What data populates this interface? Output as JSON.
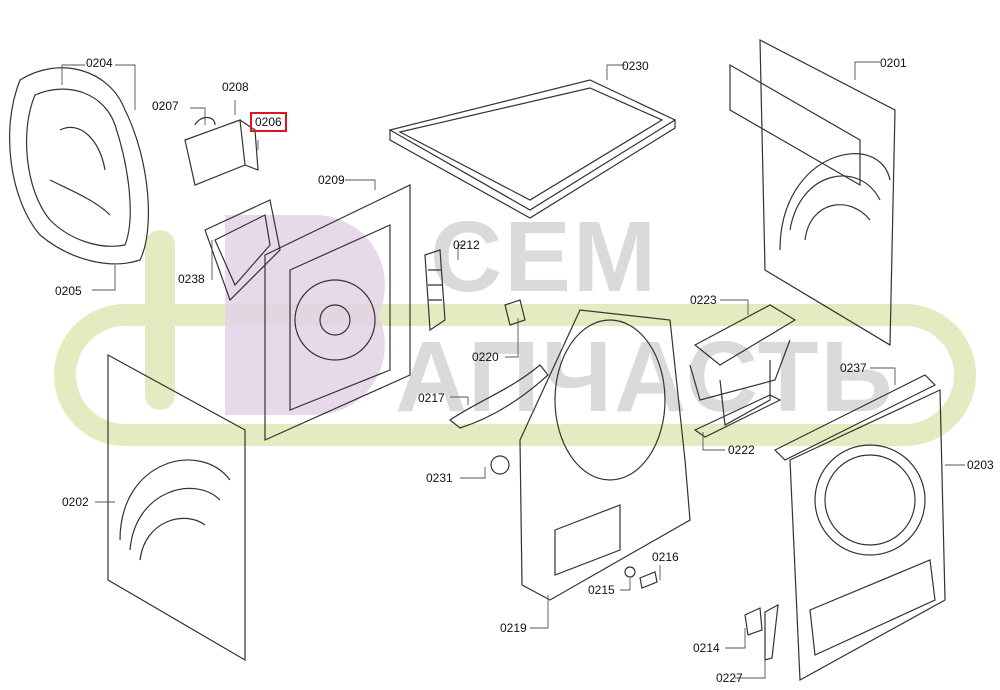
{
  "watermark": {
    "line1": "СЕМ",
    "line2": "АПЧАСТЬ",
    "logo_colors": [
      "#e3ecc0",
      "#e4d2e6"
    ]
  },
  "highlight_color": "#e0141e",
  "parts": [
    {
      "id": "0204"
    },
    {
      "id": "0208"
    },
    {
      "id": "0207"
    },
    {
      "id": "0206",
      "highlighted": true
    },
    {
      "id": "0230"
    },
    {
      "id": "0201"
    },
    {
      "id": "0209"
    },
    {
      "id": "0212"
    },
    {
      "id": "0238"
    },
    {
      "id": "0205"
    },
    {
      "id": "0223"
    },
    {
      "id": "0220"
    },
    {
      "id": "0237"
    },
    {
      "id": "0217"
    },
    {
      "id": "0222"
    },
    {
      "id": "0231"
    },
    {
      "id": "0203"
    },
    {
      "id": "0202"
    },
    {
      "id": "0216"
    },
    {
      "id": "0215"
    },
    {
      "id": "0219"
    },
    {
      "id": "0214"
    },
    {
      "id": "0227"
    }
  ]
}
